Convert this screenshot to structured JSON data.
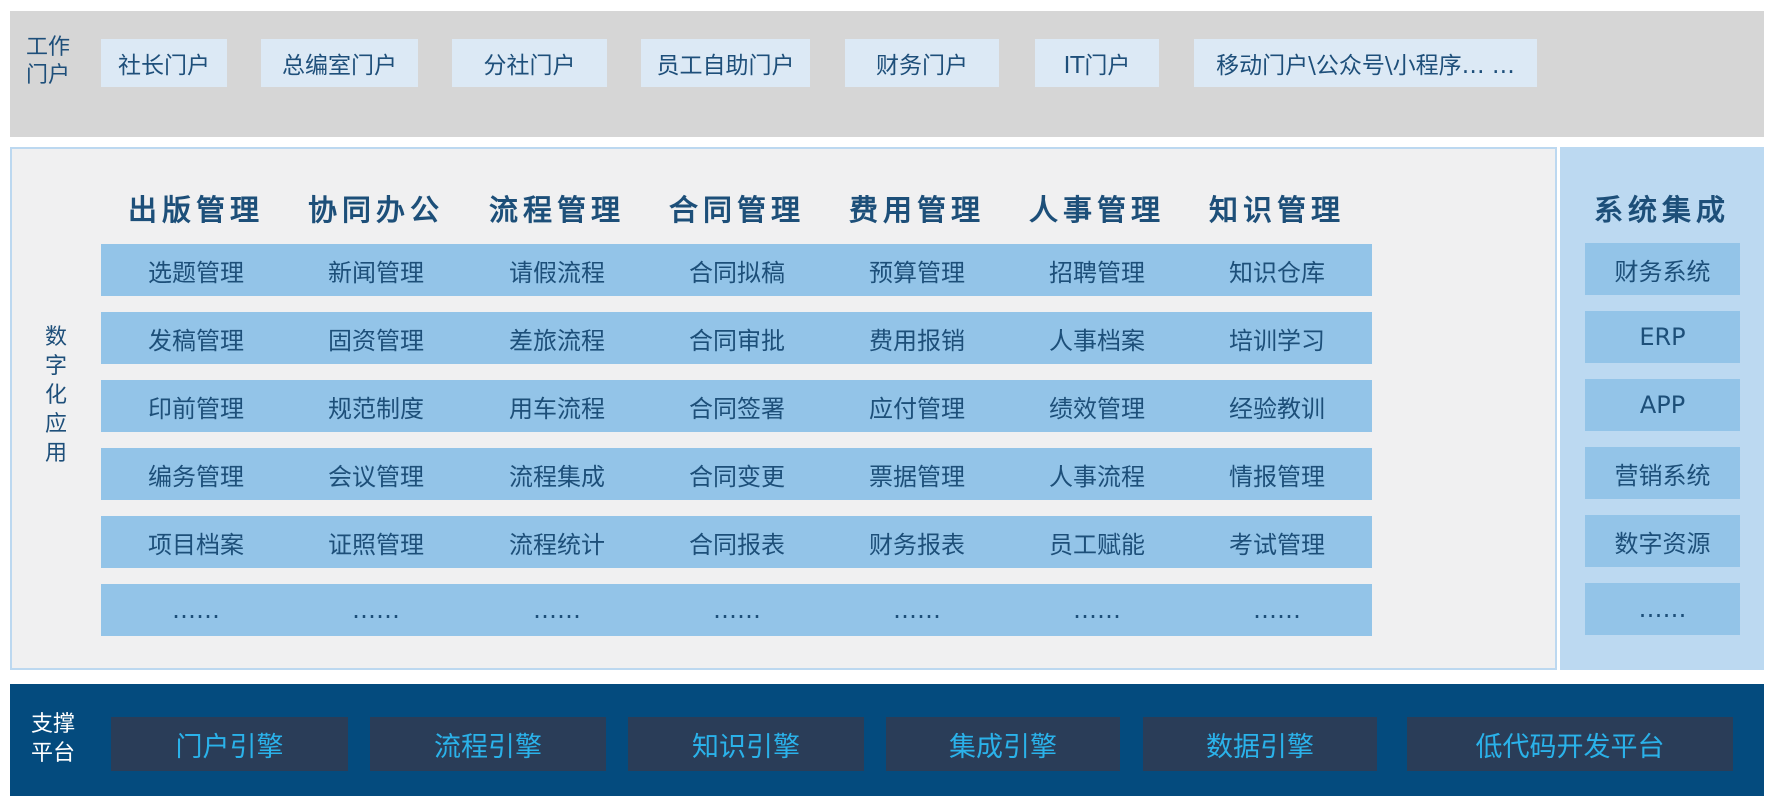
{
  "portal": {
    "label": "工作\n门户",
    "items": [
      "社长门户",
      "总编室门户",
      "分社门户",
      "员工自助门户",
      "财务门户",
      "IT门户",
      "移动门户\\公众号\\小程序… …"
    ]
  },
  "applications": {
    "label": "数\n字\n化\n应\n用",
    "columns": [
      {
        "title": "出版管理",
        "items": [
          "选题管理",
          "发稿管理",
          "印前管理",
          "编务管理",
          "项目档案",
          "……"
        ]
      },
      {
        "title": "协同办公",
        "items": [
          "新闻管理",
          "固资管理",
          "规范制度",
          "会议管理",
          "证照管理",
          "……"
        ]
      },
      {
        "title": "流程管理",
        "items": [
          "请假流程",
          "差旅流程",
          "用车流程",
          "流程集成",
          "流程统计",
          "……"
        ]
      },
      {
        "title": "合同管理",
        "items": [
          "合同拟稿",
          "合同审批",
          "合同签署",
          "合同变更",
          "合同报表",
          "……"
        ]
      },
      {
        "title": "费用管理",
        "items": [
          "预算管理",
          "费用报销",
          "应付管理",
          "票据管理",
          "财务报表",
          "……"
        ]
      },
      {
        "title": "人事管理",
        "items": [
          "招聘管理",
          "人事档案",
          "绩效管理",
          "人事流程",
          "员工赋能",
          "……"
        ]
      },
      {
        "title": "知识管理",
        "items": [
          "知识仓库",
          "培训学习",
          "经验教训",
          "情报管理",
          "考试管理",
          "……"
        ]
      }
    ]
  },
  "integration": {
    "title": "系统集成",
    "items": [
      "财务系统",
      "ERP",
      "APP",
      "营销系统",
      "数字资源",
      "……"
    ]
  },
  "support": {
    "label": "支撑\n平台",
    "items": [
      "门户引擎",
      "流程引擎",
      "知识引擎",
      "集成引擎",
      "数据引擎",
      "低代码开发平台"
    ]
  }
}
